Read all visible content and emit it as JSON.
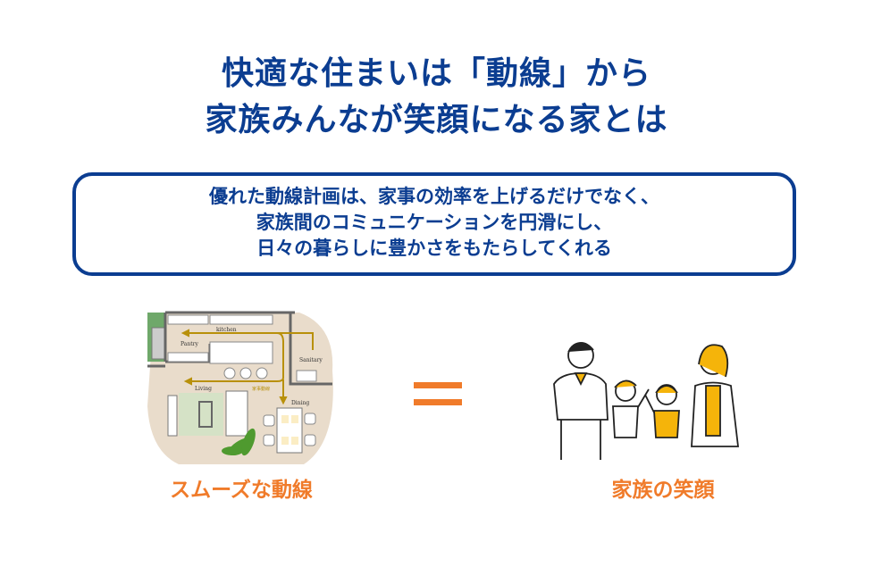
{
  "title": {
    "line1": "快適な住まいは「動線」から",
    "line2": "家族みんなが笑顔になる家とは"
  },
  "message": {
    "line1": "優れた動線計画は、家事の効率を上げるだけでなく、",
    "line2": "家族間のコミュニケーションを円滑にし、",
    "line3": "日々の暮らしに豊かさをもたらしてくれる"
  },
  "floor_plan": {
    "kitchen": "kitchen",
    "pantry": "Pantry",
    "sanitary": "Sanitary",
    "living": "Living",
    "dining": "Dining",
    "route": "家事動線"
  },
  "equals_icon": "equals-sign",
  "captions": {
    "left": "スムーズな動線",
    "right": "家族の笑顔"
  },
  "colors": {
    "blue": "#0b3d91",
    "orange": "#f07b2a",
    "route": "#b8900a",
    "floor": "#e9dccb"
  }
}
